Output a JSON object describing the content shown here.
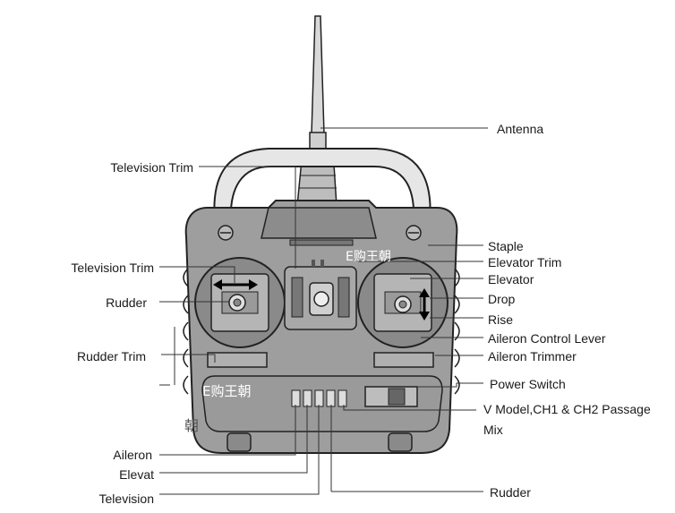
{
  "labels": {
    "antenna": "Antenna",
    "television_trim_top": "Television Trim",
    "television_trim_left": "Television Trim",
    "rudder_left": "Rudder",
    "rudder_trim": "Rudder Trim",
    "aileron": "Aileron",
    "elevat": "Elevat",
    "television": "Television",
    "staple": "Staple",
    "elevator_trim": "Elevator Trim",
    "elevator": "Elevator",
    "drop": "Drop",
    "rise": "Rise",
    "aileron_control_lever": "Aileron Control Lever",
    "aileron_trimmer": "Aileron Trimmer",
    "power_switch": "Power Switch",
    "v_model_line1": "V Model,CH1 & CH2 Passage",
    "v_model_line2": "Mix",
    "rudder_bottom": "Rudder"
  },
  "watermarks": {
    "top": "E购王朝",
    "middle": "E购王朝",
    "side": "朝"
  }
}
